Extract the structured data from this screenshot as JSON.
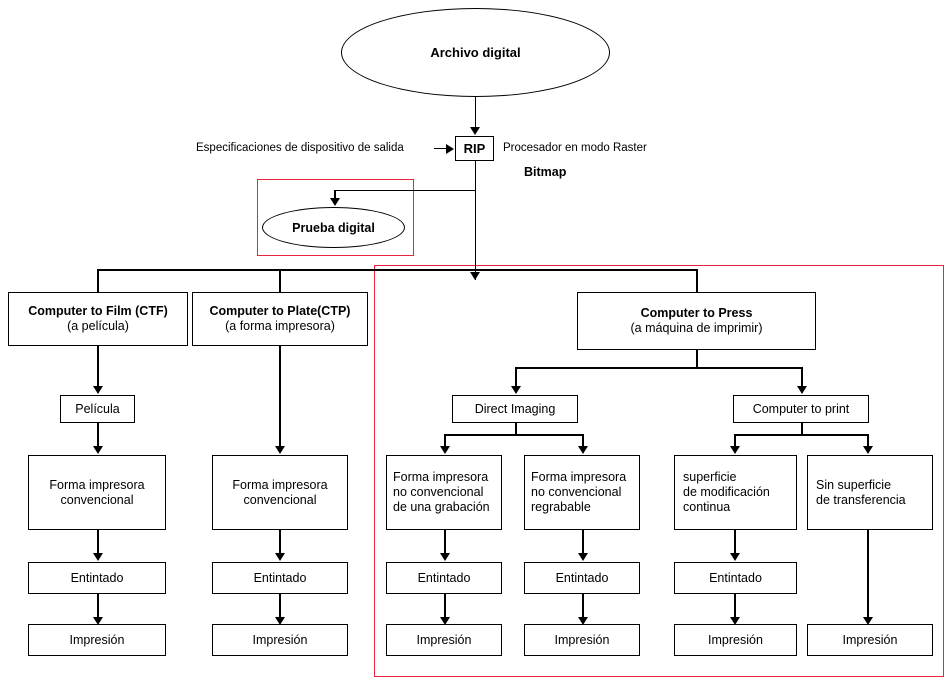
{
  "diagram": {
    "title_node": "Archivo digital",
    "rip": {
      "label": "RIP",
      "left_caption": "Especificaciones de dispositivo de salida",
      "right_caption": "Procesador en modo Raster",
      "below_caption": "Bitmap"
    },
    "proof": "Prueba digital",
    "branches": {
      "ctf": {
        "title": "Computer to Film (CTF)",
        "sub": "(a película)"
      },
      "ctp": {
        "title": "Computer to Plate(CTP)",
        "sub": "(a forma impresora)"
      },
      "ctpress": {
        "title": "Computer to Press",
        "sub": "(a máquina de imprimir)"
      }
    },
    "ctf_chain": [
      "Película",
      "Forma impresora\nconvencional",
      "Entintado",
      "Impresión"
    ],
    "ctf_chain_items": [
      {
        "l1": "Película",
        "l2": ""
      },
      {
        "l1": "Forma impresora",
        "l2": "convencional"
      },
      {
        "l1": "Entintado",
        "l2": ""
      },
      {
        "l1": "Impresión",
        "l2": ""
      }
    ],
    "ctp_chain_items": [
      {
        "l1": "Forma impresora",
        "l2": "convencional"
      },
      {
        "l1": "Entintado",
        "l2": ""
      },
      {
        "l1": "Impresión",
        "l2": ""
      }
    ],
    "press_subbranches": [
      {
        "label": "Direct Imaging"
      },
      {
        "label": "Computer to print"
      }
    ],
    "press_columns": [
      {
        "head_l1": "Forma impresora",
        "head_l2": "no convencional",
        "head_l3": "de una grabación",
        "ink": "Entintado",
        "print": "Impresión"
      },
      {
        "head_l1": "Forma impresora",
        "head_l2": "no convencional",
        "head_l3": "regrabable",
        "ink": "Entintado",
        "print": "Impresión"
      },
      {
        "head_l1": "superficie",
        "head_l2": "de modificación",
        "head_l3": "continua",
        "ink": "Entintado",
        "print": "Impresión"
      },
      {
        "head_l1": "Sin superficie",
        "head_l2": "de transferencia",
        "head_l3": "",
        "ink": "",
        "print": "Impresión"
      }
    ],
    "colors": {
      "highlight": "#e8243f",
      "stroke": "#000000",
      "background": "#ffffff"
    }
  }
}
